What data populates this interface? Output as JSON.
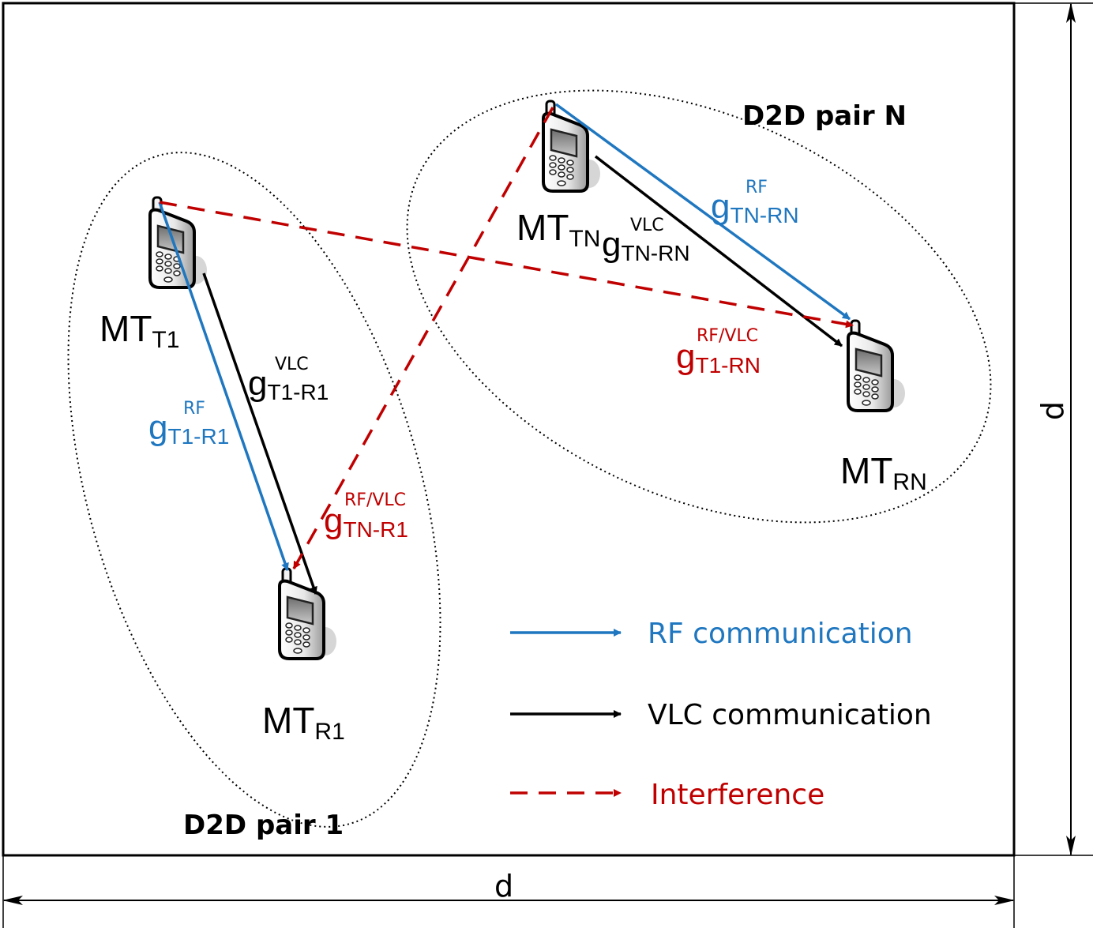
{
  "colors": {
    "rf": "#1f77c0",
    "vlc": "#000000",
    "interference": "#c00000",
    "frame": "#000000"
  },
  "labels": {
    "pair1": "D2D pair 1",
    "pairN": "D2D pair N",
    "dim_horizontal": "d",
    "dim_vertical": "d"
  },
  "nodes": {
    "mt_t1": {
      "base": "MT",
      "sub": "T1"
    },
    "mt_r1": {
      "base": "MT",
      "sub": "R1"
    },
    "mt_tn": {
      "base": "MT",
      "sub": "TN"
    },
    "mt_rn": {
      "base": "MT",
      "sub": "RN"
    }
  },
  "gains": {
    "rf_t1_r1": {
      "base": "g",
      "sup": "RF",
      "sub": "T1-R1"
    },
    "vlc_t1_r1": {
      "base": "g",
      "sup": "VLC",
      "sub": "T1-R1"
    },
    "int_tn_r1": {
      "base": "g",
      "sup": "RF/VLC",
      "sub": "TN-R1"
    },
    "rf_tn_rn": {
      "base": "g",
      "sup": "RF",
      "sub": "TN-RN"
    },
    "vlc_tn_rn": {
      "base": "g",
      "sup": "VLC",
      "sub": "TN-RN"
    },
    "int_t1_rn": {
      "base": "g",
      "sup": "RF/VLC",
      "sub": "T1-RN"
    }
  },
  "legend": [
    {
      "label": "RF communication",
      "style": "rf"
    },
    {
      "label": "VLC communication",
      "style": "vlc"
    },
    {
      "label": "Interference",
      "style": "interference"
    }
  ]
}
